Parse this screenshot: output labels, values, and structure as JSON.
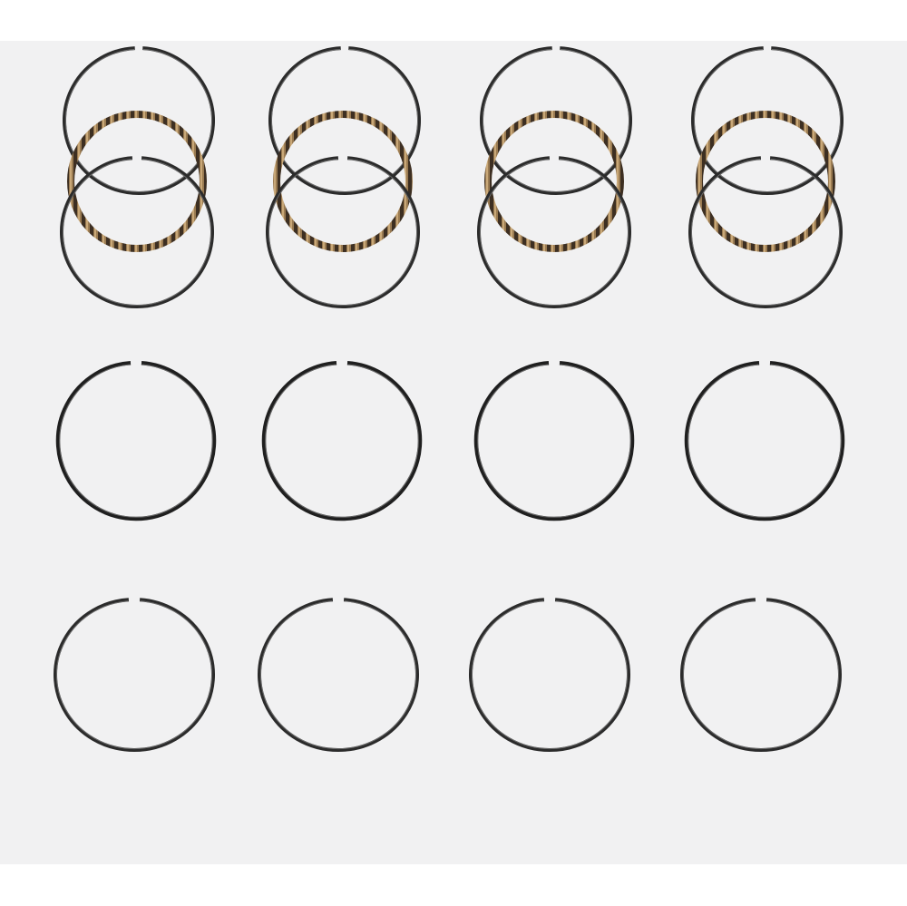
{
  "image": {
    "subject": "piston-ring-set",
    "background_color": "#f1f1f2",
    "band_color": "#ffffff",
    "ring_color": "#2b2b2b",
    "ring_highlight_color": "#8a8a8a",
    "oil_expander_color": "#9a7b52",
    "oil_expander_dark_color": "#3d2f22",
    "columns": 4,
    "rows": [
      "oil-ring-group",
      "second-compression-ring",
      "top-compression-ring"
    ]
  }
}
